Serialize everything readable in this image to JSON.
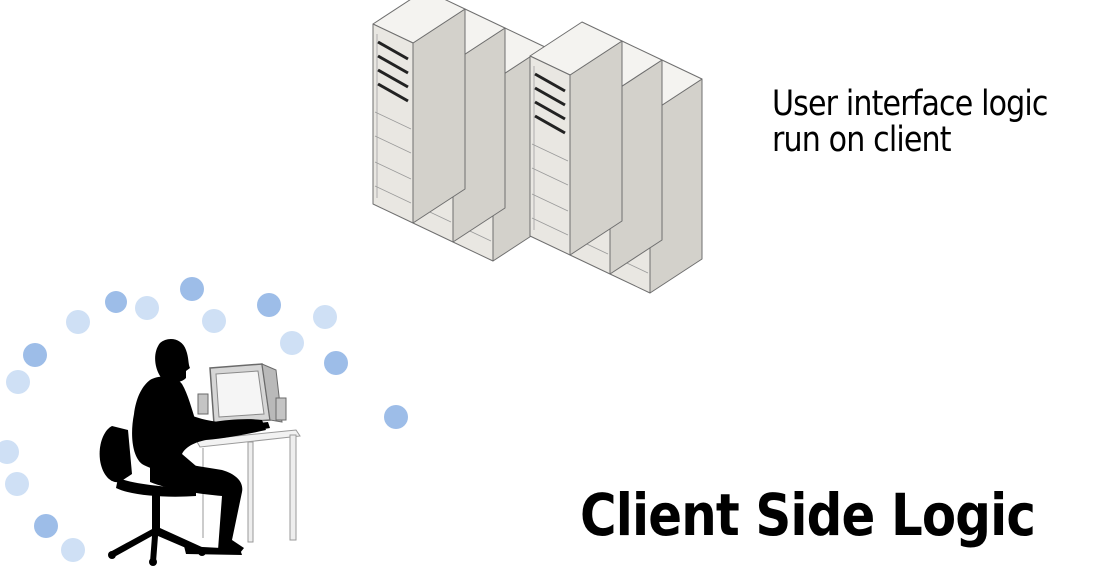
{
  "slide": {
    "caption_lines": [
      "User interface logic",
      "run on client"
    ],
    "title": "Client Side Logic"
  },
  "illustrations": {
    "servers": "server-rack-icon",
    "user": "user-at-computer-icon"
  },
  "colors": {
    "background": "#ffffff",
    "text": "#000000",
    "server_face": "#e9e7e2",
    "server_side": "#d3d1cb",
    "server_outline": "#6f6f6f",
    "dot_light": "#bfd3ef",
    "dot_mid": "#8fb1e3",
    "silhouette": "#000000"
  }
}
